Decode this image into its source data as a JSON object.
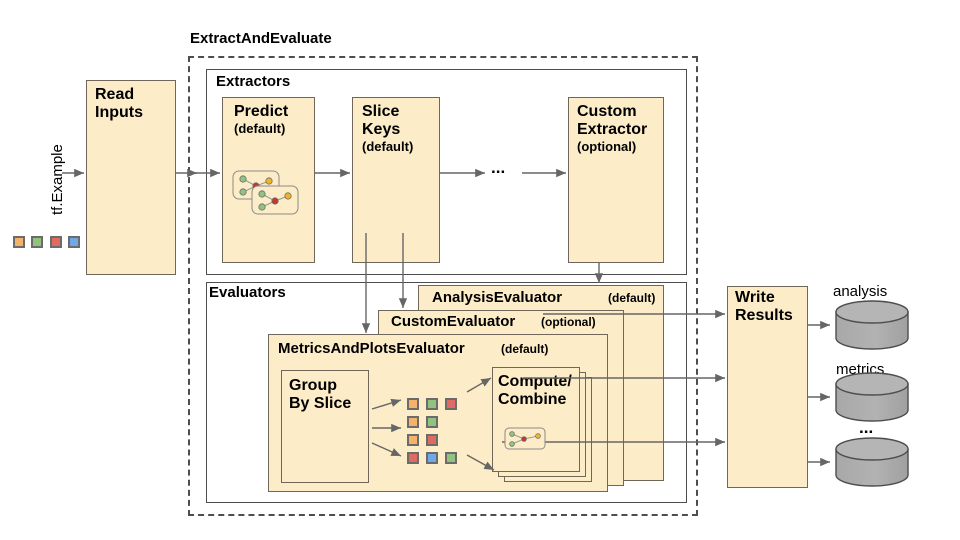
{
  "diagram": {
    "title": "ExtractAndEvaluate",
    "input_label": "tf.Example",
    "ellipsis": "...",
    "colors": {
      "box_fill": "#fdecc8",
      "box_stroke": "#70665a",
      "plain_stroke": "#4d4d4d",
      "cylinder_fill": "#ababab",
      "arrow": "#666666",
      "sq_orange": "#f4b26a",
      "sq_green": "#8fc37e",
      "sq_red": "#df6a61",
      "sq_blue": "#6fa8e8"
    },
    "nodes": {
      "read_inputs": {
        "title": "Read\nInputs"
      },
      "extractors": {
        "title": "Extractors"
      },
      "predict": {
        "title": "Predict",
        "sub": "(default)"
      },
      "slice_keys": {
        "title": "Slice\nKeys",
        "sub": "(default)"
      },
      "custom_extractor": {
        "title": "Custom\nExtractor",
        "sub": "(optional)"
      },
      "evaluators": {
        "title": "Evaluators"
      },
      "analysis_evaluator": {
        "title": "AnalysisEvaluator",
        "sub": "(default)"
      },
      "custom_evaluator": {
        "title": "CustomEvaluator",
        "sub": "(optional)"
      },
      "metrics_plots_evaluator": {
        "title": "MetricsAndPlotsEvaluator",
        "sub": "(default)"
      },
      "group_by_slice": {
        "title": "Group\nBy Slice"
      },
      "compute_combine": {
        "title": "Compute/\nCombine"
      },
      "write_results": {
        "title": "Write\nResults"
      }
    },
    "outputs": [
      {
        "label": "analysis"
      },
      {
        "label": "metrics"
      },
      {
        "label": "..."
      }
    ],
    "input_swatches": [
      "#f4b26a",
      "#8fc37e",
      "#df6a61",
      "#6fa8e8"
    ],
    "slice_swatch_rows": [
      [
        "#f4b26a",
        "#8fc37e",
        "#df6a61"
      ],
      [
        "#f4b26a",
        "#8fc37e"
      ],
      [
        "#f4b26a",
        "#df6a61"
      ],
      [
        "#df6a61",
        "#6fa8e8",
        "#8fc37e"
      ]
    ]
  }
}
